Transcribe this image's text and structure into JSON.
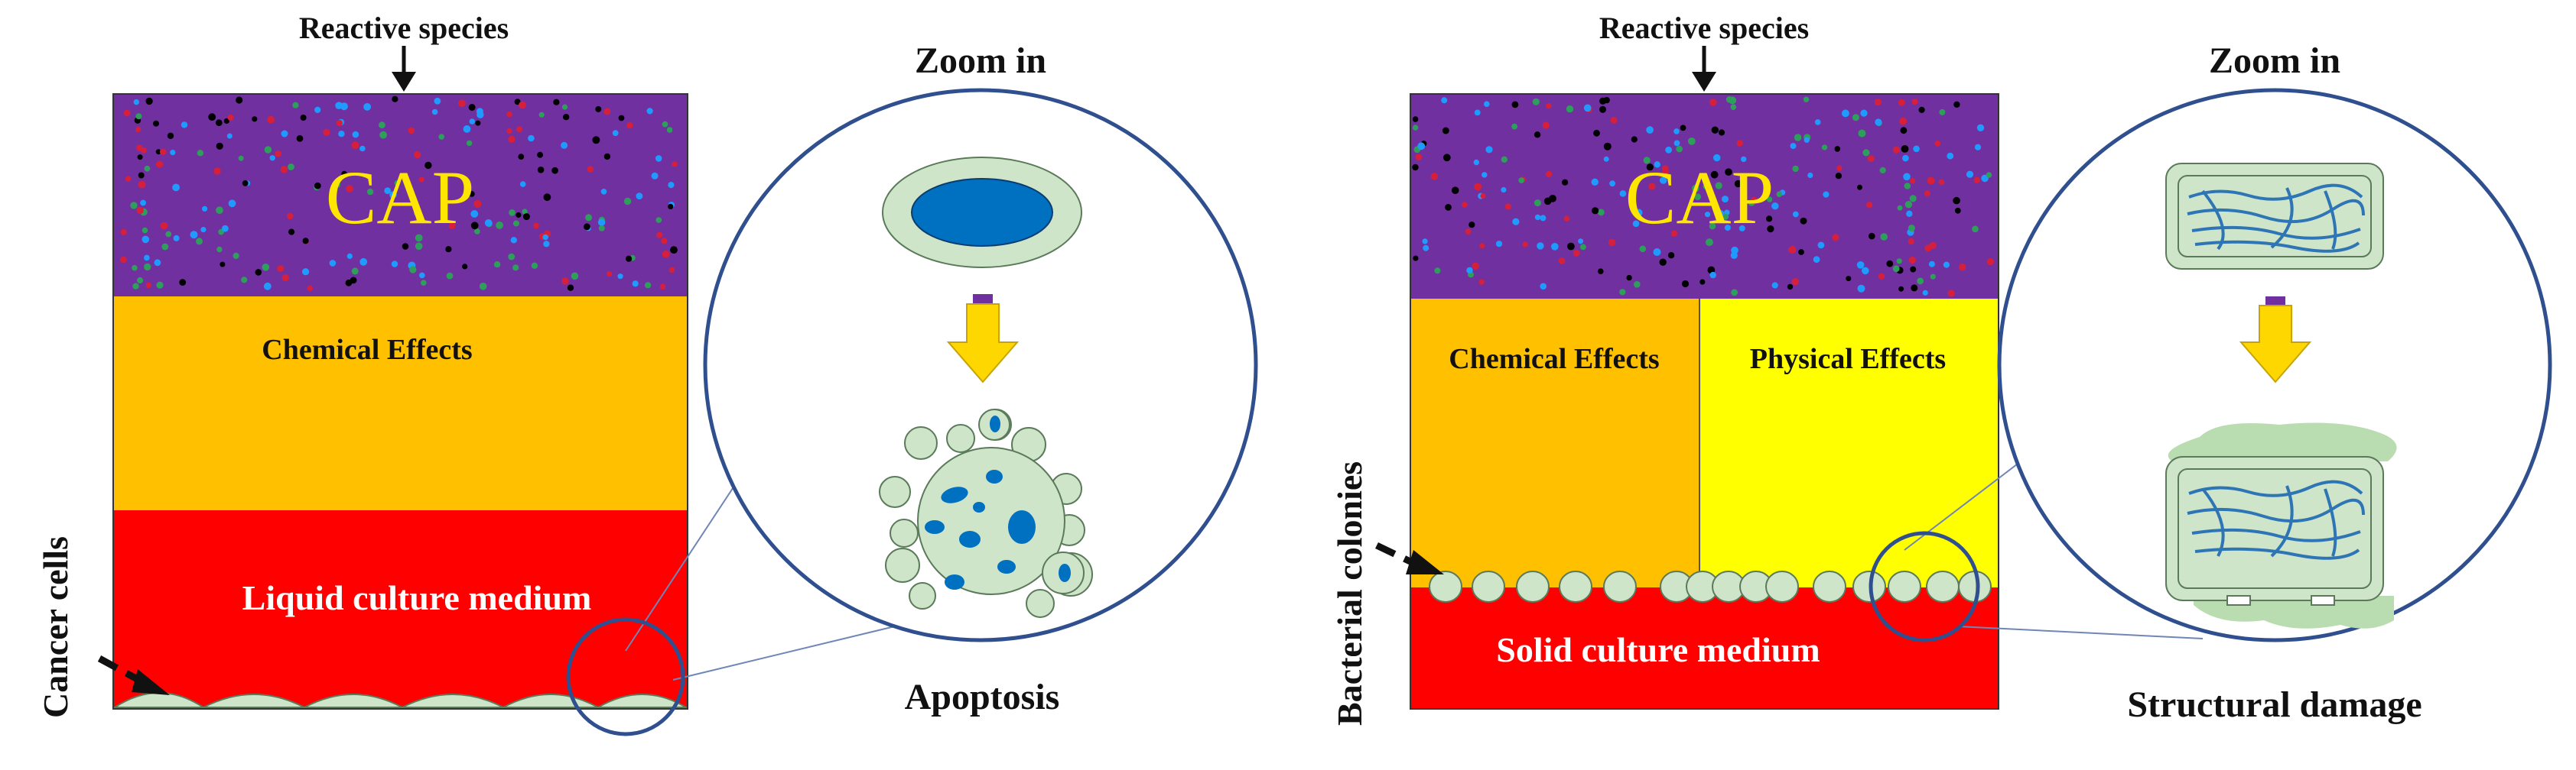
{
  "colors": {
    "cap": "#7030a0",
    "chemical": "#ffc000",
    "physical": "#ffff00",
    "medium": "#ff0000",
    "cell_fill": "#cfe5c9",
    "nucleus": "#0070c0",
    "dna": "#2e75b6",
    "zoom_circle": "#2f4f8f",
    "zoom_arrow": "#ffd700",
    "cap_text": "#ffe600",
    "medium_text": "#ffffff",
    "dark_text": "#111111",
    "particle_colors": [
      "#000000",
      "#1f9bff",
      "#d61f3b",
      "#2e9e5b"
    ]
  },
  "left_panel": {
    "reactive_label": "Reactive species",
    "cap_label": "CAP",
    "chemical_label": "Chemical Effects",
    "medium_label": "Liquid culture medium",
    "cells_label": "Cancer cells",
    "zoom_label": "Zoom in",
    "outcome_label": "Apoptosis"
  },
  "right_panel": {
    "reactive_label": "Reactive species",
    "cap_label": "CAP",
    "chemical_label": "Chemical Effects",
    "physical_label": "Physical Effects",
    "medium_label": "Solid culture medium",
    "colonies_label": "Bacterial colonies",
    "zoom_label": "Zoom in",
    "outcome_label": "Structural damage"
  }
}
